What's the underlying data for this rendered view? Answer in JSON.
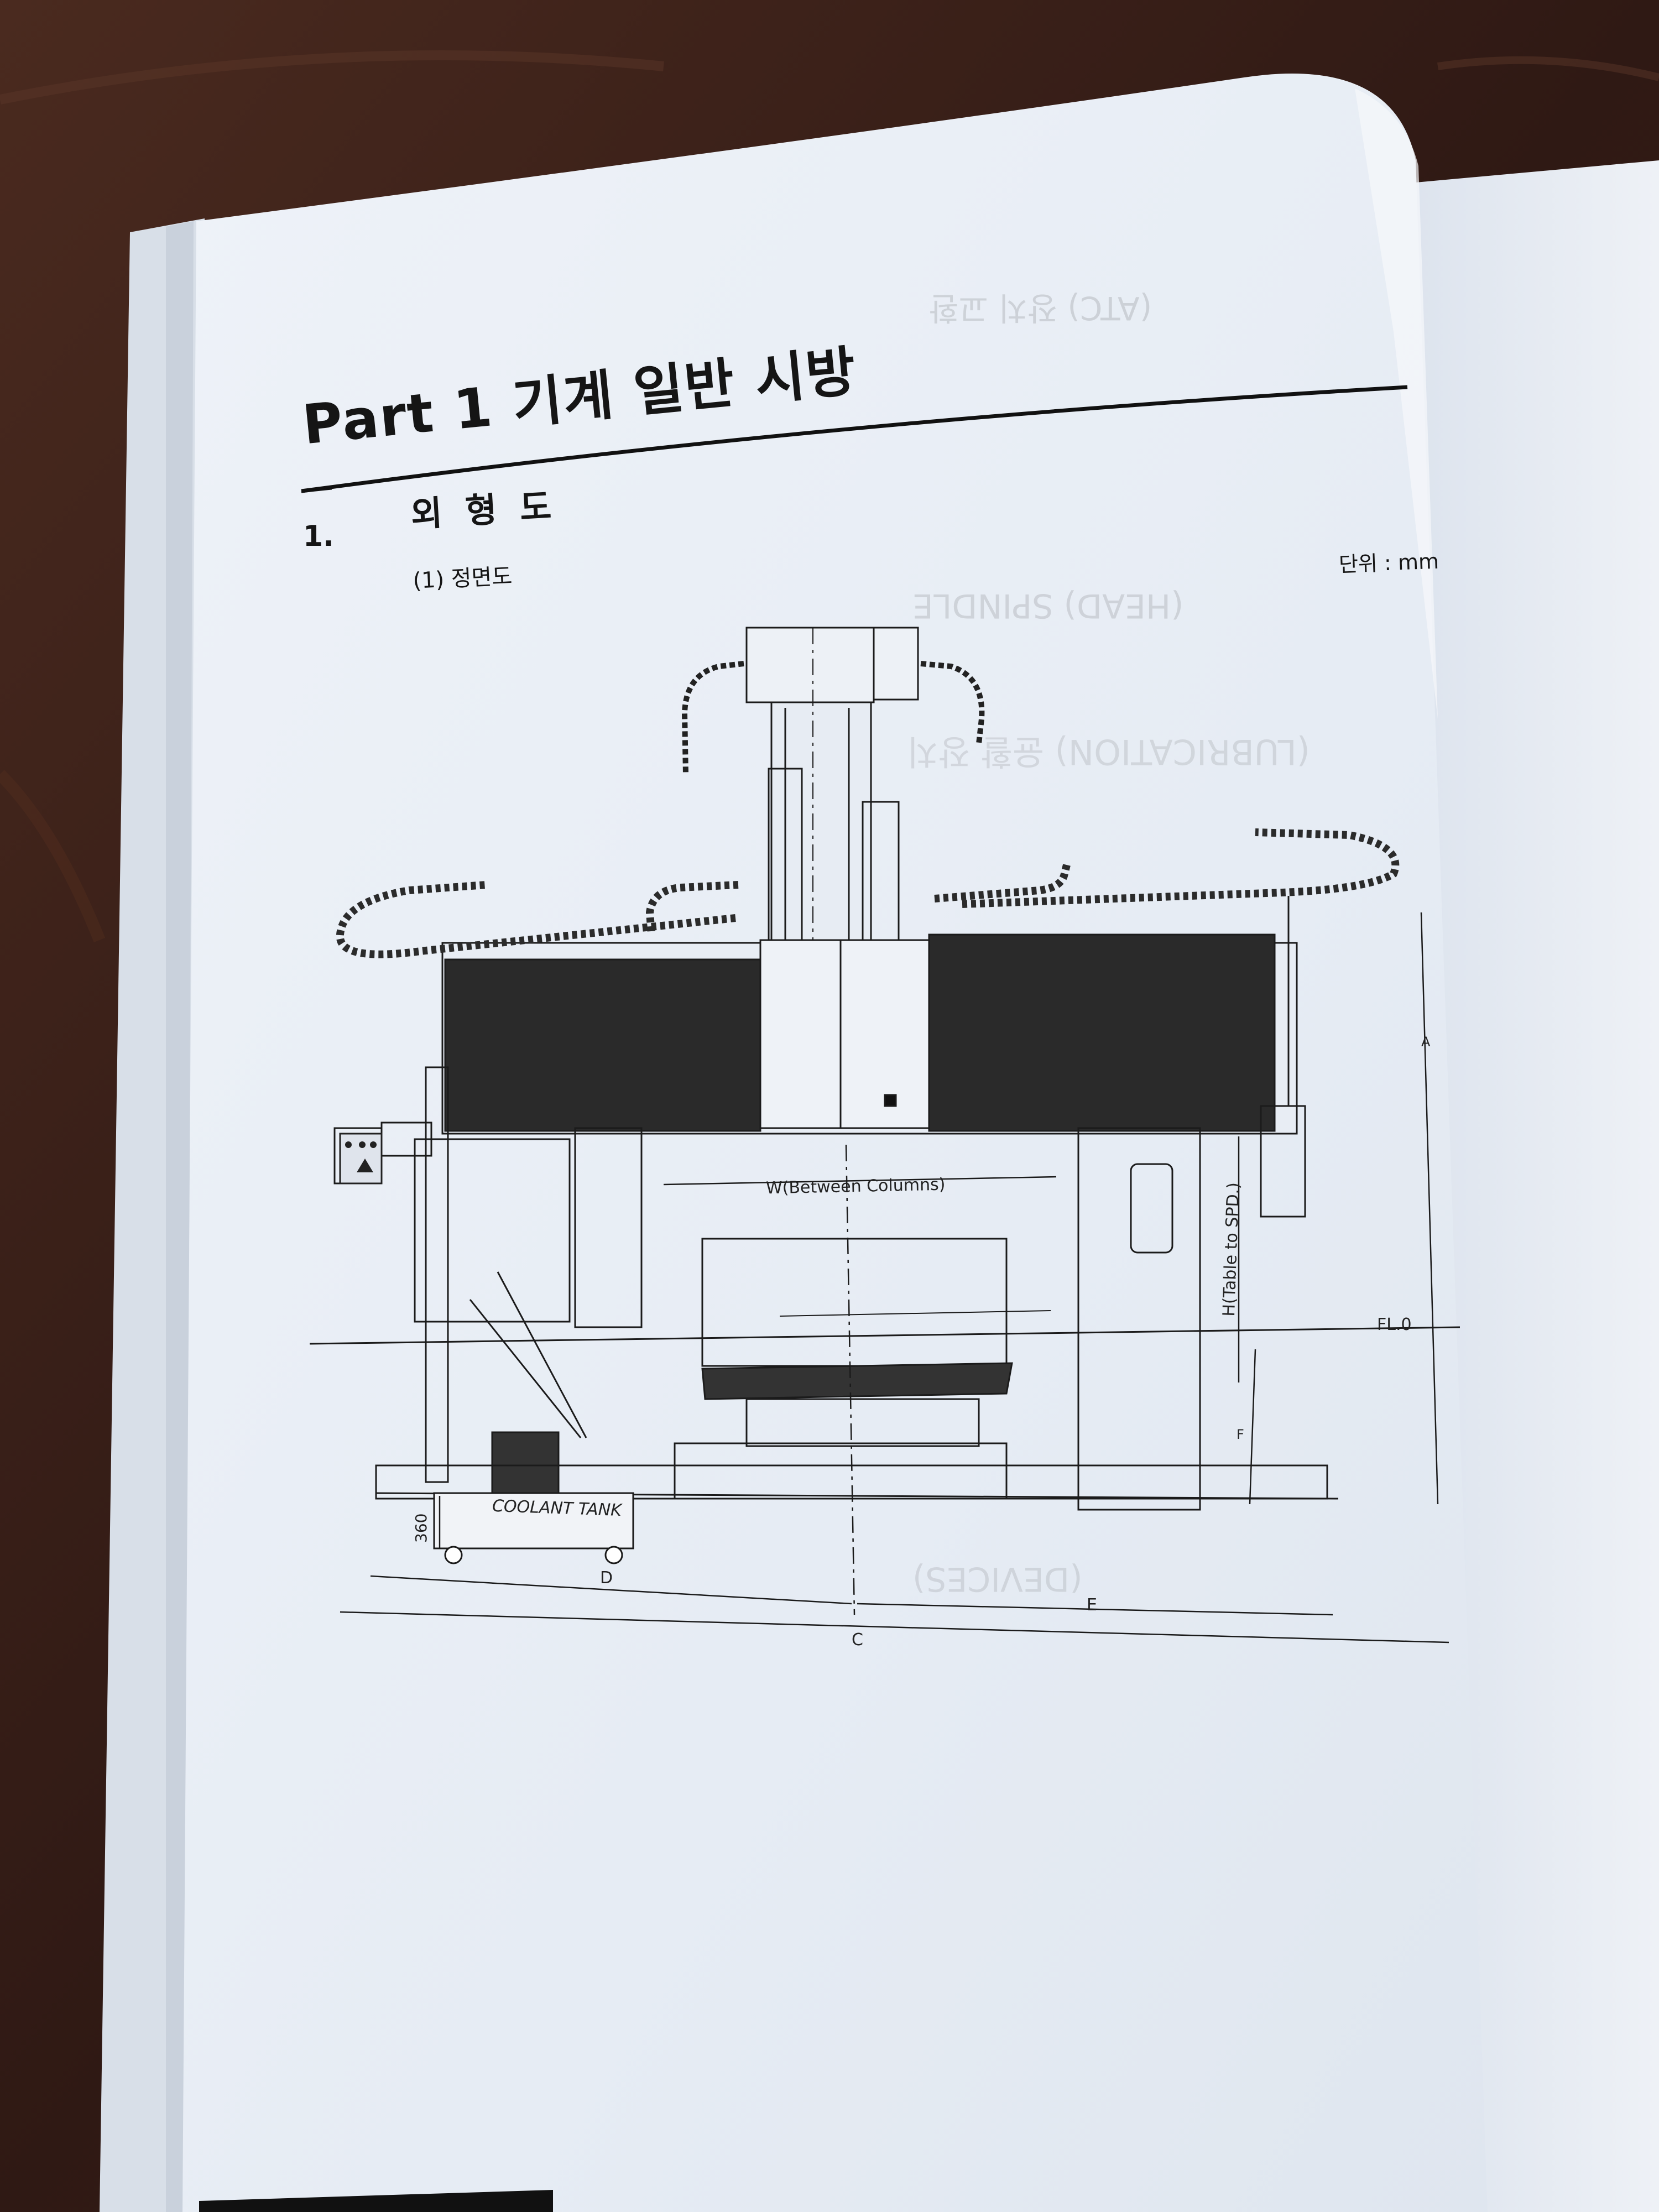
{
  "page": {
    "part_title": "Part 1   기계 일반 시방",
    "section_number": "1.",
    "section_title": "외 형 도",
    "subsection_label": "(1)  정면도",
    "unit_label": "단위 : mm"
  },
  "drawing": {
    "labels": {
      "between_columns": "W(Between Columns)",
      "table_to_spindle": "H(Table to SPD.)",
      "floor_level": "FL.0",
      "coolant_tank": "COOLANT TANK",
      "tank_height": "360",
      "dim_a": "A",
      "dim_c": "C",
      "dim_d": "D",
      "dim_e": "E",
      "dim_f": "F"
    }
  },
  "colors": {
    "table": "#3a2019",
    "paper": "#e9eef5",
    "ink": "#151515"
  }
}
